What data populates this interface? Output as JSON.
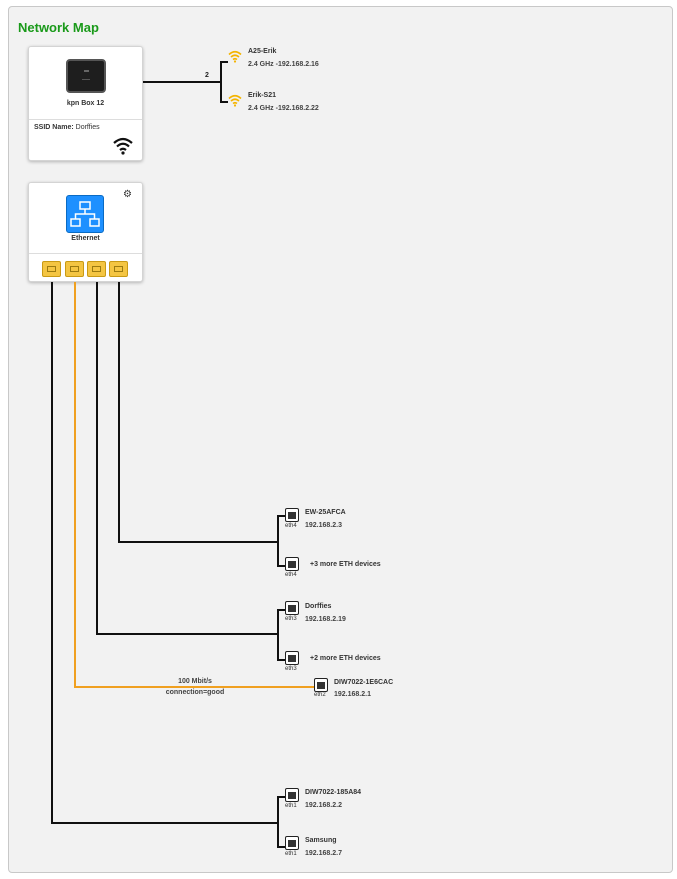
{
  "page": {
    "title": "Network Map"
  },
  "router": {
    "name": "kpn Box 12",
    "ssid_label": "SSID Name:",
    "ssid_value": "Dorffies"
  },
  "wireless": {
    "count": "2",
    "devices": [
      {
        "name": "A25-Erik",
        "info": "2.4 GHz -192.168.2.16"
      },
      {
        "name": "Erik-S21",
        "info": "2.4 GHz -192.168.2.22"
      }
    ]
  },
  "ethernet": {
    "name": "Ethernet"
  },
  "eth_groups": [
    {
      "devices": [
        {
          "port": "eth4",
          "name": "EW-25AFCA",
          "ip": "192.168.2.3"
        },
        {
          "port": "eth4",
          "more": "+3 more ETH devices"
        }
      ]
    },
    {
      "devices": [
        {
          "port": "eth3",
          "name": "Dorffies",
          "ip": "192.168.2.19"
        },
        {
          "port": "eth3",
          "more": "+2 more ETH devices"
        }
      ]
    },
    {
      "devices": [
        {
          "port": "eth2",
          "name": "DIW7022-1E6CAC",
          "ip": "192.168.2.1"
        }
      ],
      "connection": {
        "speed": "100 Mbit/s",
        "quality": "connection=good",
        "color": "#f0a020"
      }
    },
    {
      "devices": [
        {
          "port": "eth1",
          "name": "DIW7022-185A84",
          "ip": "192.168.2.2"
        },
        {
          "port": "eth1",
          "name": "Samsung",
          "ip": "192.168.2.7"
        }
      ]
    }
  ],
  "colors": {
    "title": "#1a9a1a",
    "wifi": "#f4b400",
    "ethernet_icon": "#1e90ff",
    "port": "#f4c542"
  }
}
